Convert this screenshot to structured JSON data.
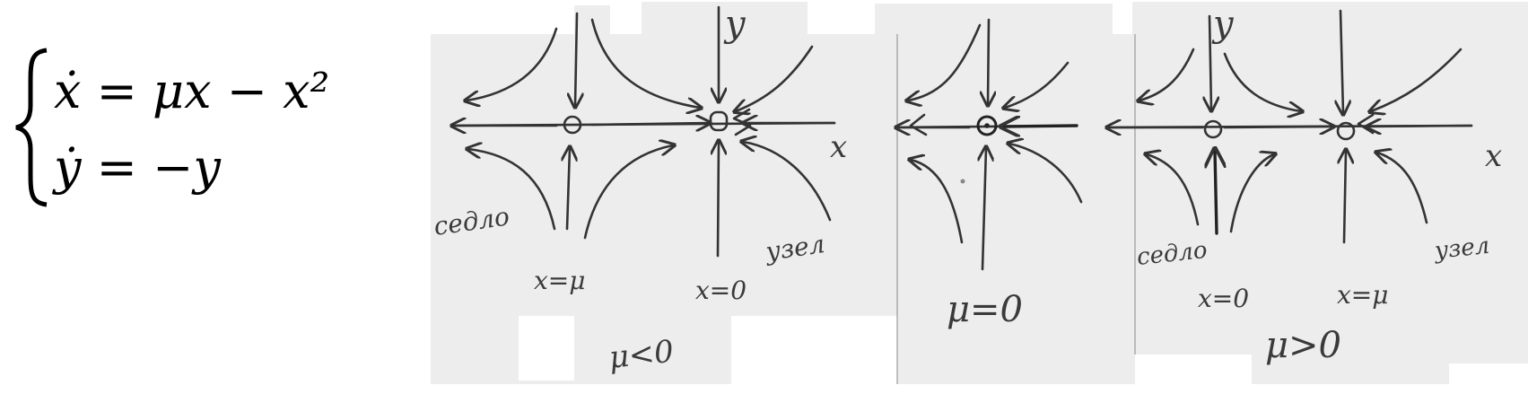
{
  "system": {
    "equation_1": "ẋ = μx − x²",
    "equation_2": "ẏ = −y"
  },
  "sketches": [
    {
      "case_label": "μ<0",
      "axis_y_label": "y",
      "axis_x_label": "x",
      "points": [
        {
          "position_label": "x=μ",
          "type_label": "седло"
        },
        {
          "position_label": "x=0",
          "type_label": "узел"
        }
      ]
    },
    {
      "case_label": "μ=0",
      "points": []
    },
    {
      "case_label": "μ>0",
      "axis_y_label": "y",
      "axis_x_label": "x",
      "points": [
        {
          "position_label": "x=0",
          "type_label": "седло"
        },
        {
          "position_label": "x=μ",
          "type_label": "узел"
        }
      ]
    }
  ]
}
